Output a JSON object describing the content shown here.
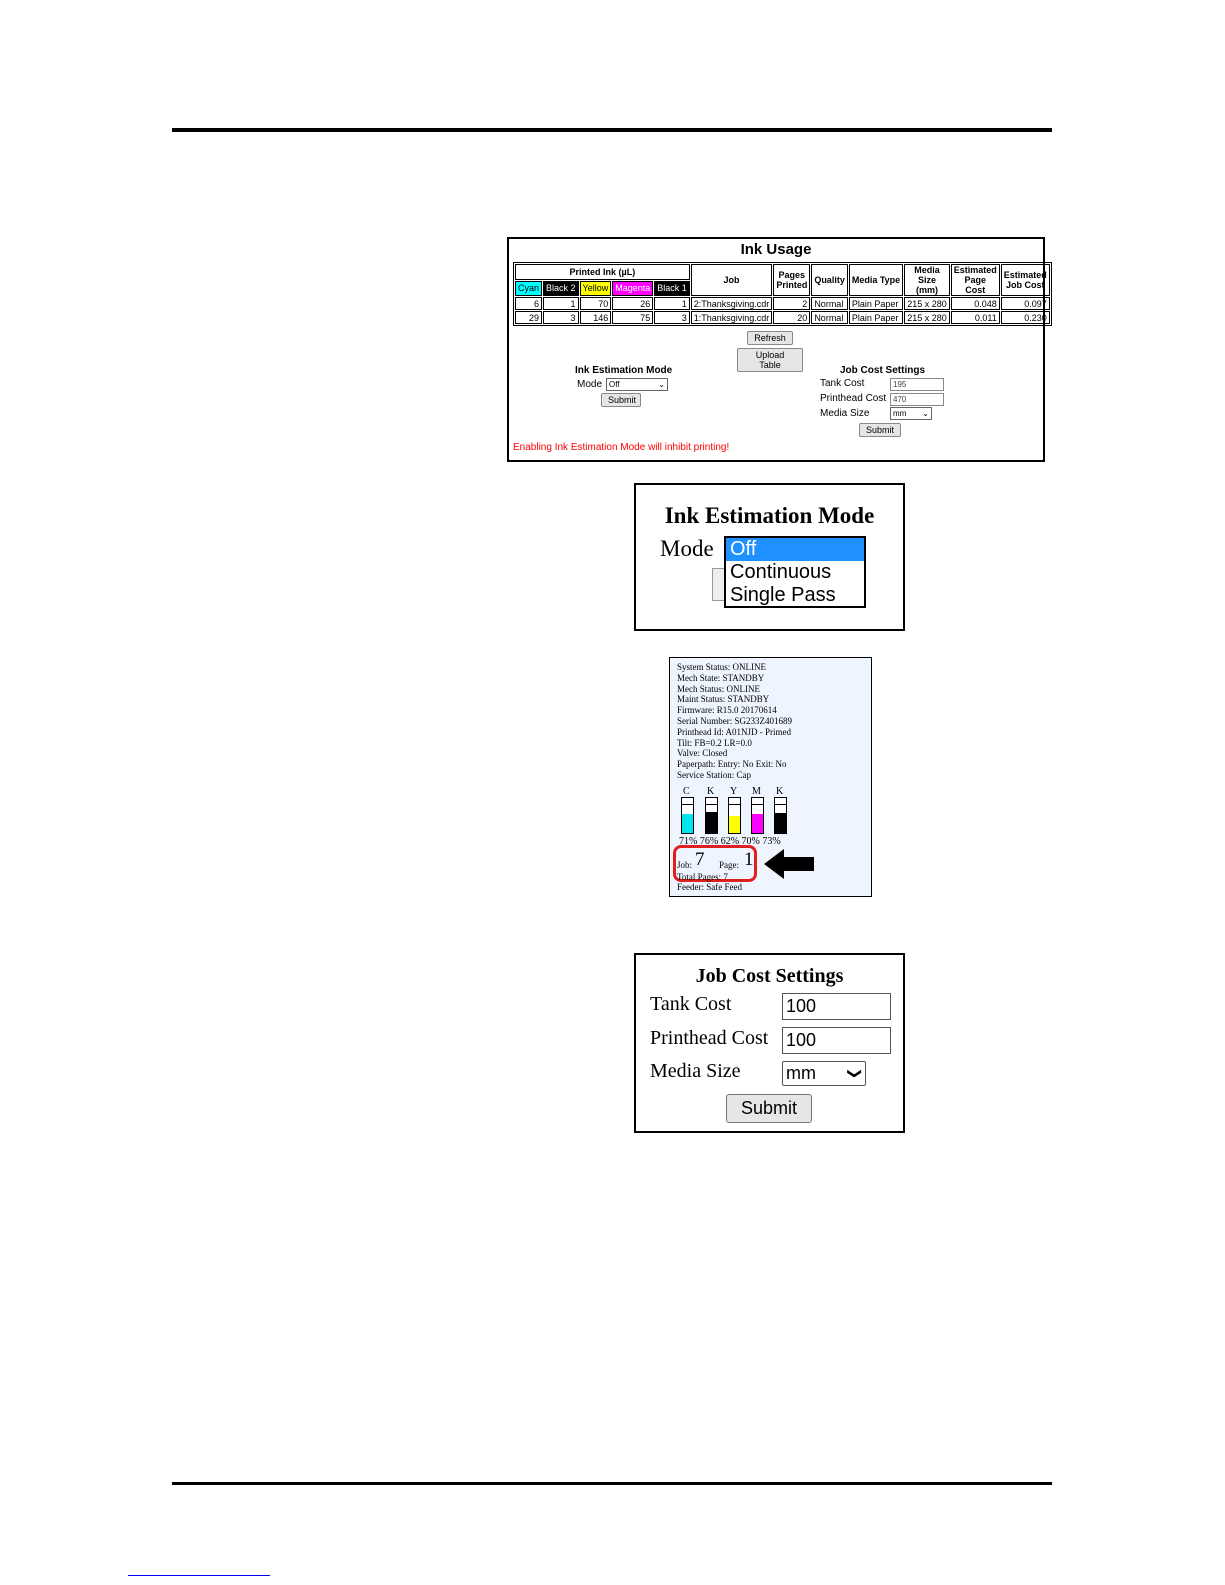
{
  "ink_usage": {
    "title": "Ink Usage",
    "printed_ink_header": "Printed Ink (µL)",
    "ink_columns": [
      "Cyan",
      "Black 2",
      "Yellow",
      "Magenta",
      "Black 1"
    ],
    "headers": {
      "job": "Job",
      "pages_printed": "Pages Printed",
      "quality": "Quality",
      "media_type": "Media Type",
      "media_size": "Media Size (mm)",
      "est_page_cost": "Estimated Page Cost",
      "est_job_cost": "Estimated Job Cost"
    },
    "rows": [
      {
        "cyan": "6",
        "black2": "1",
        "yellow": "70",
        "magenta": "26",
        "black1": "1",
        "job": "2:Thanksgiving.cdr",
        "pages": "2",
        "quality": "Normal",
        "media_type": "Plain Paper",
        "media_size": "215 x 280",
        "page_cost": "0.048",
        "job_cost": "0.097"
      },
      {
        "cyan": "29",
        "black2": "3",
        "yellow": "146",
        "magenta": "75",
        "black1": "3",
        "job": "1:Thanksgiving.cdr",
        "pages": "20",
        "quality": "Normal",
        "media_type": "Plain Paper",
        "media_size": "215 x 280",
        "page_cost": "0.011",
        "job_cost": "0.230"
      }
    ],
    "refresh_label": "Refresh",
    "upload_label": "Upload Table",
    "estimation": {
      "heading": "Ink Estimation Mode",
      "mode_label": "Mode",
      "mode_value": "Off",
      "submit_label": "Submit"
    },
    "cost_settings": {
      "heading": "Job Cost Settings",
      "tank_cost_label": "Tank Cost",
      "tank_cost_value": "195",
      "printhead_cost_label": "Printhead Cost",
      "printhead_cost_value": "470",
      "media_size_label": "Media Size",
      "media_size_value": "mm",
      "submit_label": "Submit"
    },
    "warning": "Enabling Ink Estimation Mode will inhibit printing!"
  },
  "mode_zoom": {
    "heading": "Ink Estimation Mode",
    "mode_label": "Mode",
    "options": [
      "Off",
      "Continuous",
      "Single Pass"
    ],
    "selected": "Off"
  },
  "status": {
    "lines": [
      "System Status: ONLINE",
      "Mech State: STANDBY",
      "Mech Status: ONLINE",
      "Maint Status: STANDBY",
      "Firmware: R15.0 20170614",
      "Serial Number: SG233Z401689",
      "Printhead Id: A01NJD - Primed",
      "Tilt: FB=0.2 LR=0.0",
      "Valve: Closed",
      "Paperpath: Entry: No Exit: No",
      "Service Station: Cap"
    ],
    "tanks": [
      {
        "letter": "C",
        "level": 71,
        "percent": "71%",
        "color": "#00e5ee"
      },
      {
        "letter": "K",
        "level": 76,
        "percent": "76%",
        "color": "#000000"
      },
      {
        "letter": "Y",
        "level": 62,
        "percent": "62%",
        "color": "#ffff00"
      },
      {
        "letter": "M",
        "level": 70,
        "percent": "70%",
        "color": "#ff00ff"
      },
      {
        "letter": "K",
        "level": 73,
        "percent": "73%",
        "color": "#000000"
      }
    ],
    "job_label": "Job:",
    "job_value": "7",
    "page_label": "Page:",
    "page_value": "1",
    "total_pages": "Total Pages: 7",
    "feeder": "Feeder: Safe Feed"
  },
  "cost_zoom": {
    "heading": "Job Cost Settings",
    "tank_cost_label": "Tank Cost",
    "tank_cost_value": "100",
    "printhead_cost_label": "Printhead Cost",
    "printhead_cost_value": "100",
    "media_size_label": "Media Size",
    "media_size_value": "mm",
    "submit_label": "Submit"
  }
}
